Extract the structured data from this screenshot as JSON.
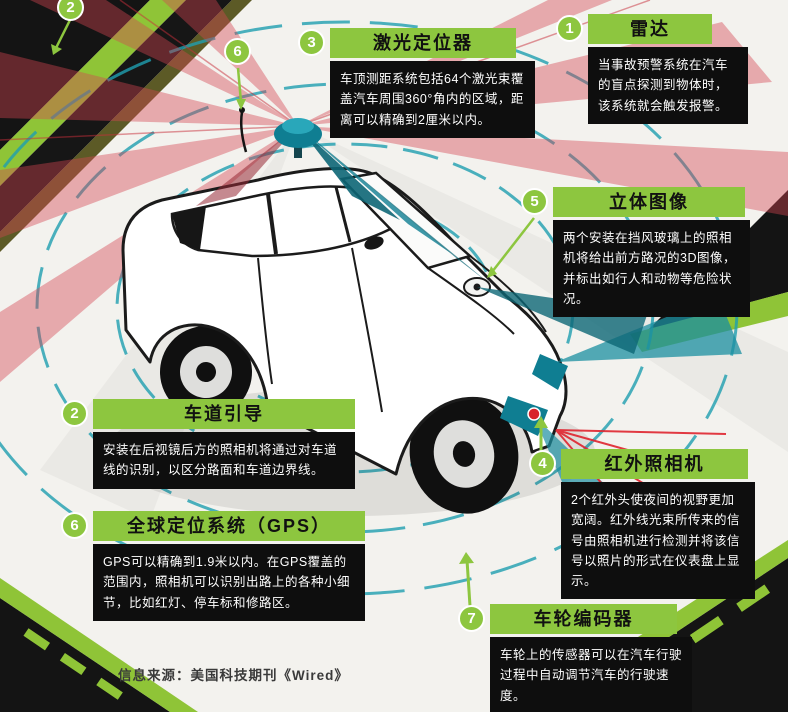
{
  "badges": {
    "lane_top": "2",
    "antenna_top": "6"
  },
  "callouts": {
    "radar": {
      "number": "1",
      "title": "雷达",
      "body": "当事故预警系统在汽车的盲点探测到物体时，该系统就会触发报警。"
    },
    "lane": {
      "number": "2",
      "title": "车道引导",
      "body": "安装在后视镜后方的照相机将通过对车道线的识别，以区分路面和车道边界线。"
    },
    "laser": {
      "number": "3",
      "title": "激光定位器",
      "body": "车顶测距系统包括64个激光束覆盖汽车周围360°角内的区域，距离可以精确到2厘米以内。"
    },
    "infrared": {
      "number": "4",
      "title": "红外照相机",
      "body": "2个红外头使夜间的视野更加宽阔。红外线光束所传来的信号由照相机进行检测并将该信号以照片的形式在仪表盘上显示。"
    },
    "stereo": {
      "number": "5",
      "title": "立体图像",
      "body": "两个安装在挡风玻璃上的照相机将给出前方路况的3D图像，并标出如行人和动物等危险状况。"
    },
    "gps": {
      "number": "6",
      "title": "全球定位系统（GPS）",
      "body": "GPS可以精确到1.9米以内。在GPS覆盖的范围内，照相机可以识别出路上的各种小细节，比如红灯、停车标和修路区。"
    },
    "wheel": {
      "number": "7",
      "title": "车轮编码器",
      "body": "车轮上的传感器可以在汽车行驶过程中自动调节汽车的行驶速度。"
    }
  },
  "source": "信息来源：美国科技期刊《Wired》",
  "colors": {
    "accent_green": "#8dc63f",
    "teal": "#1f9fb0",
    "beam_pink": "#e89aa2",
    "road_black": "#141414",
    "laser_red": "#e0252f",
    "box_black": "#0e0e0e"
  },
  "scene": {
    "car": "white-isometric-car",
    "radar_waves": "teal-dashed-rings",
    "laser_beams": "pink-radial-beams",
    "roof_sensor": "teal-dome-scanner",
    "roads": "black-roads-green-markings"
  }
}
